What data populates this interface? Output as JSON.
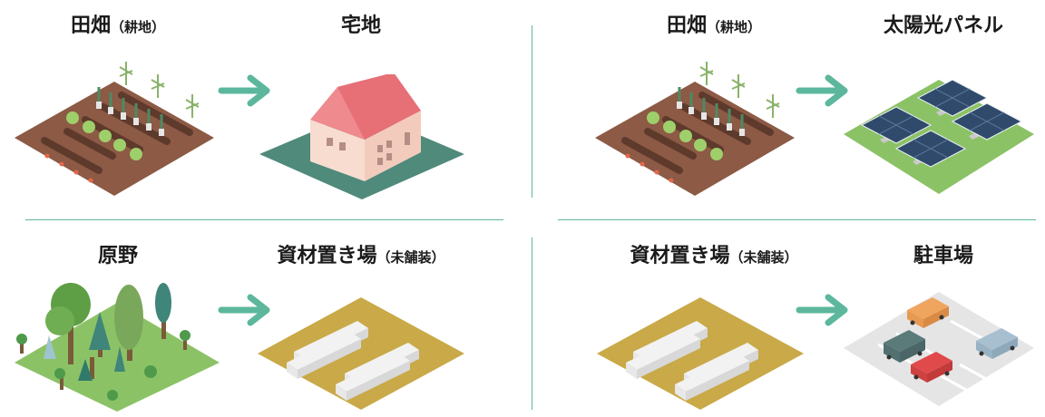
{
  "panels": {
    "tl": {
      "from_main": "田畑",
      "from_sub": "（耕地）",
      "to_main": "宅地",
      "to_sub": ""
    },
    "tr": {
      "from_main": "田畑",
      "from_sub": "（耕地）",
      "to_main": "太陽光パネル",
      "to_sub": ""
    },
    "bl": {
      "from_main": "原野",
      "from_sub": "",
      "to_main": "資材置き場",
      "to_sub": "（未舗装）"
    },
    "br": {
      "from_main": "資材置き場",
      "from_sub": "（未舗装）",
      "to_main": "駐車場",
      "to_sub": ""
    }
  },
  "icons": [
    "field-icon",
    "house-icon",
    "solar-panel-icon",
    "forest-icon",
    "material-yard-icon",
    "parking-lot-icon",
    "arrow-right-icon"
  ],
  "colors": {
    "accent": "#5cb79c",
    "soil": "#8c5a45",
    "grass": "#8cc266",
    "teal_ground": "#4f8a7b",
    "roof": "#ef8a8f",
    "wall": "#f8dcd0",
    "gravel": "#c9a948",
    "parking": "#e5e5e5"
  }
}
